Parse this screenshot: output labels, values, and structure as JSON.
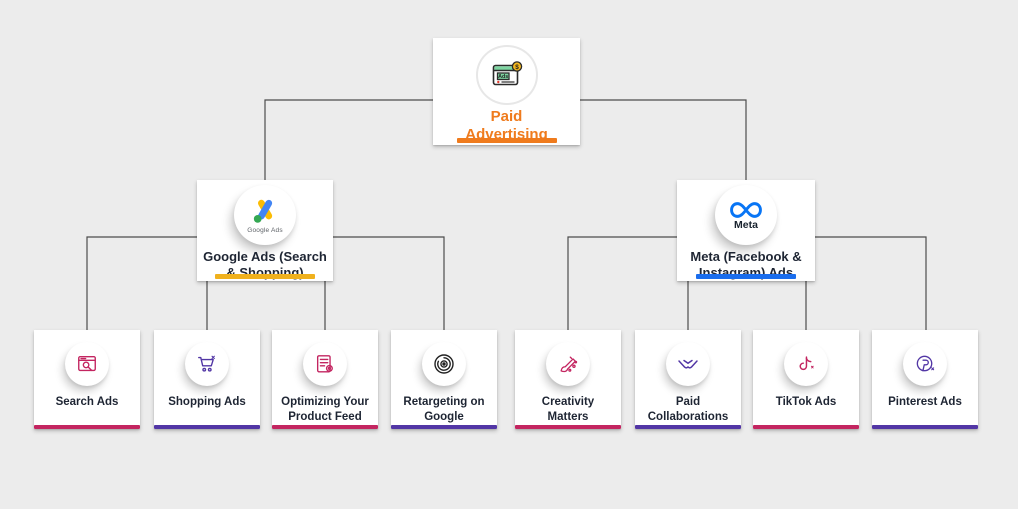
{
  "colors": {
    "background": "#ececec",
    "card": "#ffffff",
    "connector_line": "#4c4c4c",
    "orange": "#ef7b1d",
    "gold": "#f0b11d",
    "meta_blue_bar": "#1a6ded",
    "meta_logo_blue": "#0875f5",
    "crimson": "#c32560",
    "indigo": "#5236a5",
    "retargeting_black": "#222222",
    "label_dark": "#1e2533",
    "google_blue": "#4285f4",
    "google_yellow": "#fbbc04",
    "google_green": "#34a853"
  },
  "root": {
    "label": "Paid Advertising",
    "icon": "ads-browser-icon",
    "icon_text_ads": "Ads",
    "icon_text_coin": "$",
    "accent": "#ef7b1d"
  },
  "branches": [
    {
      "id": "google",
      "label": "Google Ads (Search & Shopping)",
      "logo": "google-ads-logo",
      "logo_caption": "Google Ads",
      "accent": "#f0b11d",
      "children": [
        {
          "label": "Search Ads",
          "icon": "search-ads-icon",
          "icon_color": "#c32560",
          "accent": "#c32560"
        },
        {
          "label": "Shopping Ads",
          "icon": "shopping-cart-icon",
          "icon_color": "#5236a5",
          "accent": "#5236a5"
        },
        {
          "label": "Optimizing Your Product Feed",
          "icon": "product-feed-gear-icon",
          "icon_color": "#c32560",
          "accent": "#c32560"
        },
        {
          "label": "Retargeting on Google",
          "icon": "retargeting-target-icon",
          "icon_color": "#222222",
          "accent": "#5236a5"
        }
      ]
    },
    {
      "id": "meta",
      "label": "Meta (Facebook & Instagram) Ads",
      "logo": "meta-logo",
      "logo_caption": "Meta",
      "accent": "#1a6ded",
      "children": [
        {
          "label": "Creativity Matters",
          "icon": "creativity-brush-icon",
          "icon_color": "#c32560",
          "accent": "#c32560"
        },
        {
          "label": "Paid Collaborations",
          "icon": "handshake-icon",
          "icon_color": "#5236a5",
          "accent": "#5236a5"
        },
        {
          "label": "TikTok Ads",
          "icon": "tiktok-note-icon",
          "icon_color": "#c32560",
          "accent": "#c32560"
        },
        {
          "label": "Pinterest Ads",
          "icon": "pinterest-p-icon",
          "icon_color": "#5236a5",
          "accent": "#5236a5"
        }
      ]
    }
  ]
}
